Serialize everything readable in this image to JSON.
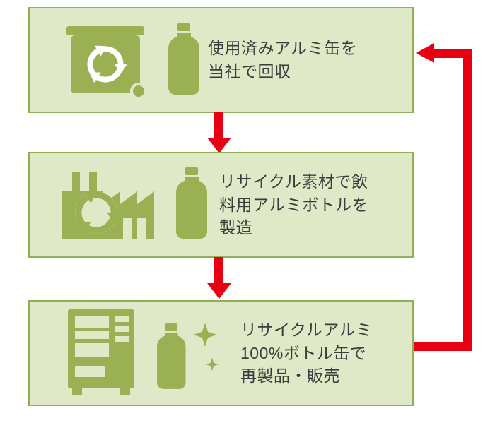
{
  "diagram": {
    "type": "cycle-flow",
    "subject": "aluminum-can-recycling-process",
    "steps": [
      {
        "id": "collect",
        "text": "使用済みアルミ缶を\n当社で回収",
        "icons": [
          "recycle-bin-icon",
          "aluminum-bottle-icon"
        ]
      },
      {
        "id": "manufacture",
        "text": "リサイクル素材で飲\n料用アルミボトルを\n製造",
        "icons": [
          "factory-icon",
          "recycle-symbol-icon",
          "aluminum-bottle-icon"
        ]
      },
      {
        "id": "resell",
        "text": "リサイクルアルミ\n100%ボトル缶で\n再製品・販売",
        "icons": [
          "vending-machine-icon",
          "sparkling-bottle-icon"
        ]
      }
    ],
    "flow": [
      "collect → manufacture",
      "manufacture → resell",
      "resell → collect"
    ],
    "colors": {
      "box_fill": "#dfe9c8",
      "box_border": "#8fb054",
      "icon_green": "#9ab052",
      "arrow_red": "#e60012",
      "text": "#3c3c3c",
      "background": "#ffffff"
    }
  }
}
